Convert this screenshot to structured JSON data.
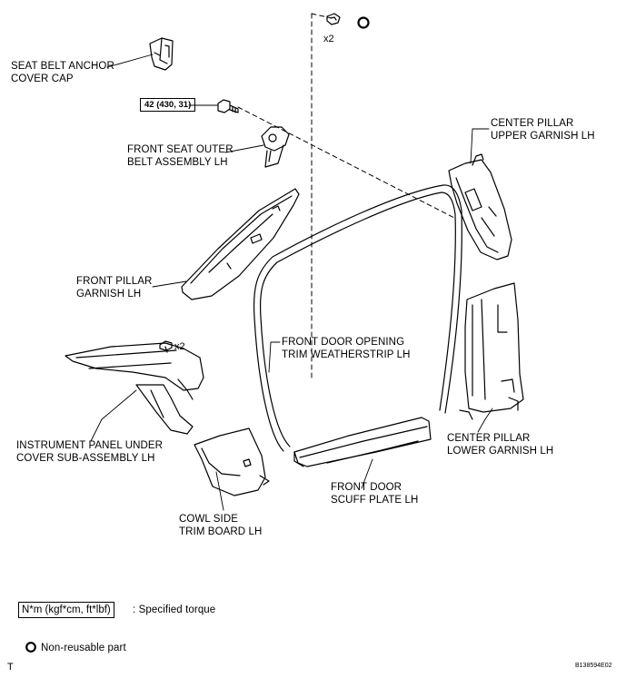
{
  "labels": {
    "seat_belt_anchor_cover_cap": [
      "SEAT BELT ANCHOR",
      "COVER CAP"
    ],
    "front_seat_outer_belt": [
      "FRONT SEAT OUTER",
      "BELT ASSEMBLY LH"
    ],
    "front_pillar_garnish": [
      "FRONT PILLAR",
      "GARNISH LH"
    ],
    "front_door_opening_weatherstrip": [
      "FRONT DOOR OPENING",
      "TRIM WEATHERSTRIP LH"
    ],
    "instrument_panel_under_cover": [
      "INSTRUMENT PANEL UNDER",
      "COVER SUB-ASSEMBLY LH"
    ],
    "cowl_side_trim_board": [
      "COWL SIDE",
      "TRIM BOARD LH"
    ],
    "front_door_scuff_plate": [
      "FRONT DOOR",
      "SCUFF PLATE LH"
    ],
    "center_pillar_upper_garnish": [
      "CENTER PILLAR",
      "UPPER GARNISH LH"
    ],
    "center_pillar_lower_garnish": [
      "CENTER PILLAR",
      "LOWER GARNISH LH"
    ]
  },
  "torque_spec": "42 (430, 31)",
  "quantity_top": "x2",
  "quantity_clip": "x2",
  "legend": {
    "torque_units": "N*m (kgf*cm, ft*lbf)",
    "torque_desc": ": Specified torque",
    "nonreusable_desc": "Non-reusable part"
  },
  "corner_mark": "T",
  "figure_code": "B138594E02"
}
